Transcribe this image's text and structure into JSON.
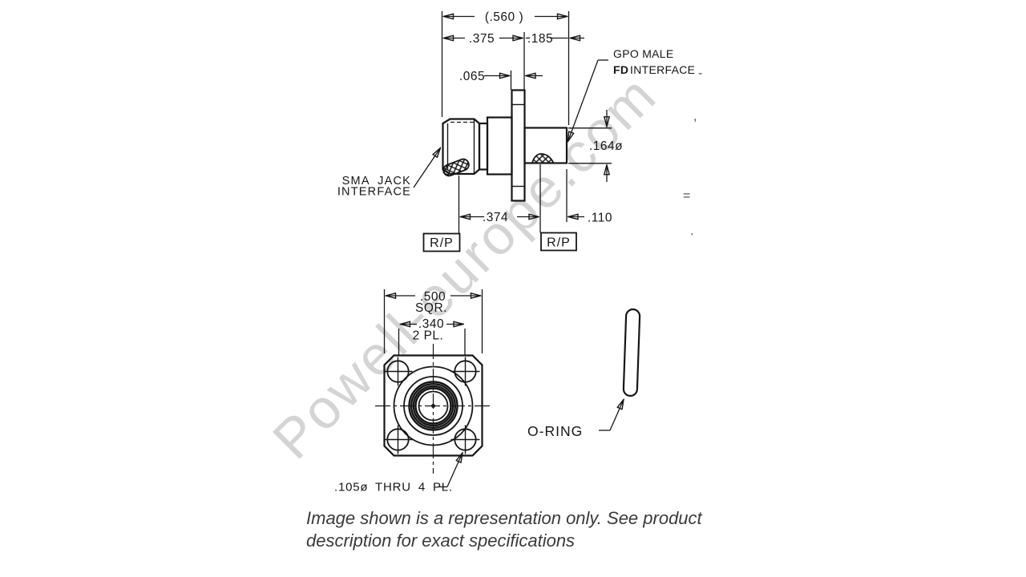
{
  "watermark": "Powell-europe.com",
  "caption": {
    "line1": "Image shown is a representation only. See product",
    "line2": "description for exact specifications"
  },
  "side_view": {
    "dim_overall": "(.560 )",
    "dim_left": ".375",
    "dim_right": ".185",
    "dim_flange": ".065",
    "dim_dia": ".164ø",
    "dim_pin": ".374",
    "dim_offset": ".110",
    "datum": "R/P",
    "sma_label_line1": "SMA JACK",
    "sma_label_line2": "INTERFACE",
    "gpo_label_line1": "GPO MALE",
    "gpo_label_line2_bold": "FD",
    "gpo_label_line2_rest": "INTERFACE"
  },
  "front_view": {
    "dim_square": ".500",
    "square_suffix": "SQR.",
    "dim_holes": ".340",
    "holes_suffix": "2 PL.",
    "thru_note": ".105ø THRU 4 PL."
  },
  "oring": {
    "label": "O-RING"
  },
  "artifacts": {
    "a1": ",",
    "a2": "-",
    "a3": "=",
    "a4": "."
  },
  "colors": {
    "ink": "#161616",
    "watermark": "#d4d4d4",
    "caption": "#3a3a3a",
    "bg": "#ffffff"
  }
}
